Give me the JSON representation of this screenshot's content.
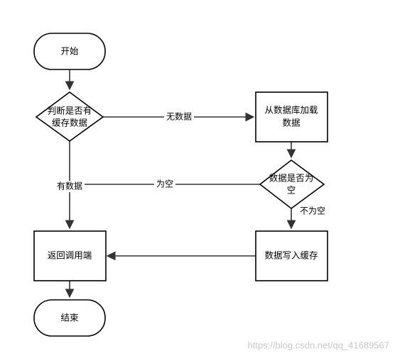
{
  "nodes": {
    "start": "开始",
    "check_cache_line1": "判断是否有",
    "check_cache_line2": "缓存数据",
    "load_db_line1": "从数据库加载",
    "load_db_line2": "数据",
    "data_empty_line1": "数据是否为",
    "data_empty_line2": "空",
    "return_caller": "返回调用端",
    "write_cache": "数据写入缓存",
    "end": "结束"
  },
  "edges": {
    "no_data": "无数据",
    "has_data": "有数据",
    "is_empty": "为空",
    "not_empty": "不为空"
  },
  "watermark": "https://blog.csdn.net/qq_41689567"
}
